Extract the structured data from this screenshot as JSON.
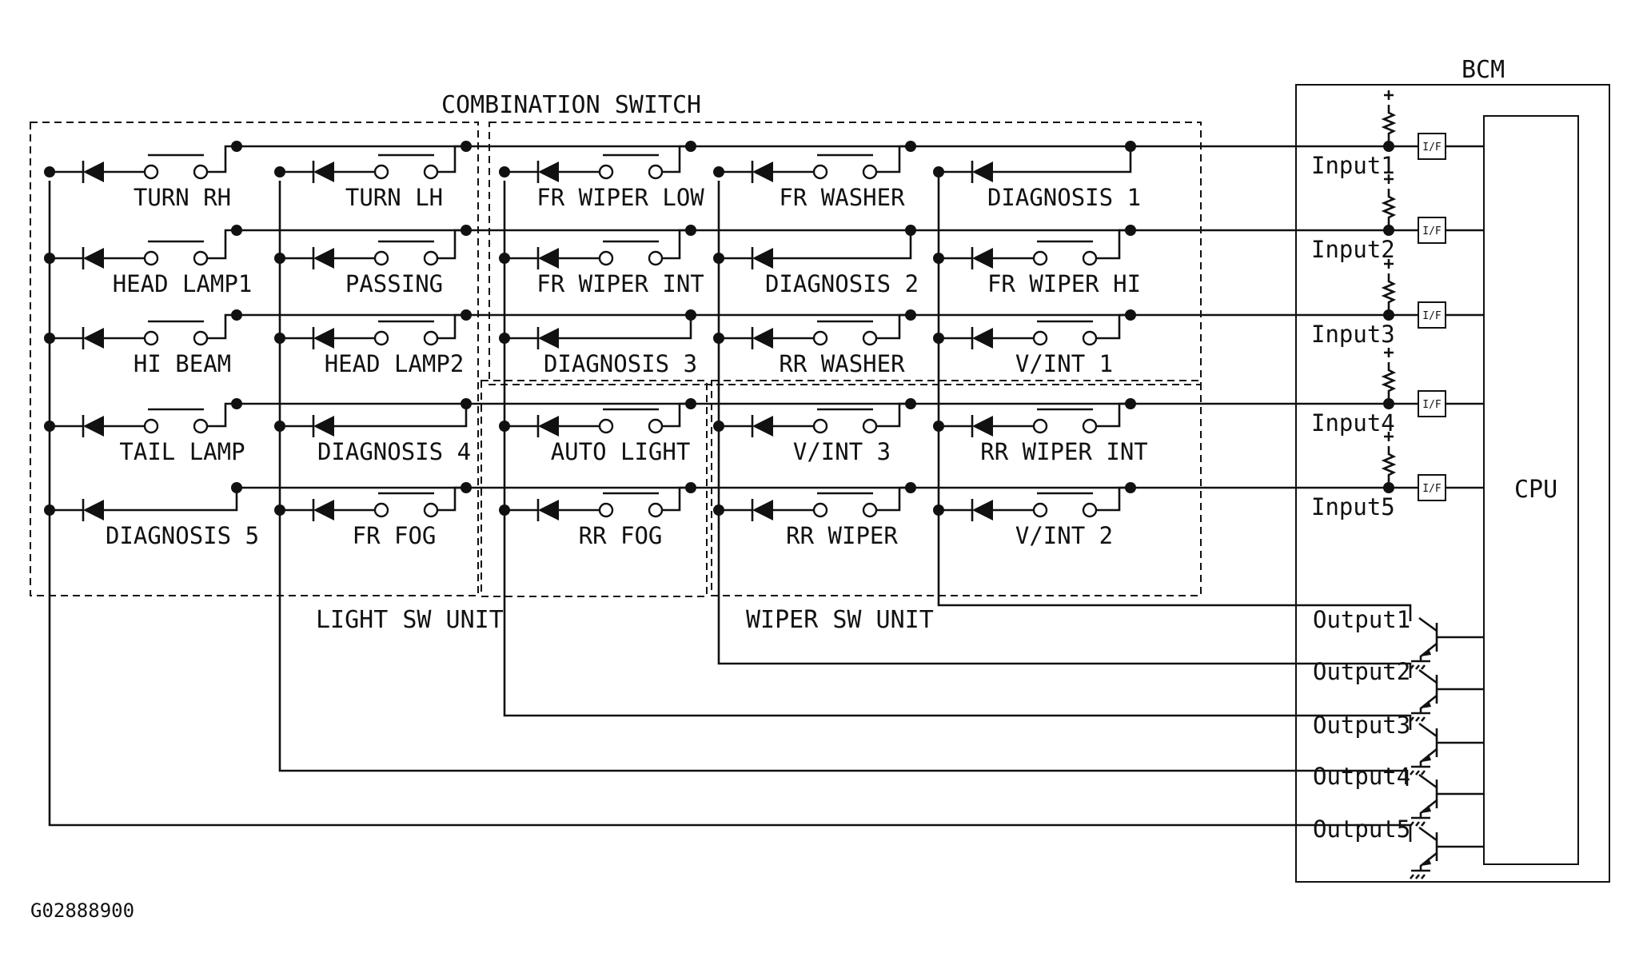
{
  "sections": {
    "combination_switch": "COMBINATION SWITCH",
    "light_sw_unit": "LIGHT SW UNIT",
    "wiper_sw_unit": "WIPER SW UNIT",
    "bcm": "BCM",
    "cpu": "CPU"
  },
  "interface_label": "I/F",
  "figure_id": "G02888900",
  "inputs": [
    "Input1",
    "Input2",
    "Input3",
    "Input4",
    "Input5"
  ],
  "outputs": [
    "Output1",
    "Output2",
    "Output3",
    "Output4",
    "Output5"
  ],
  "switches": [
    {
      "label": "TURN RH",
      "col": 1,
      "row": 1,
      "contacts": true
    },
    {
      "label": "TURN LH",
      "col": 2,
      "row": 1,
      "contacts": true
    },
    {
      "label": "FR WIPER LOW",
      "col": 3,
      "row": 1,
      "contacts": true
    },
    {
      "label": "FR WASHER",
      "col": 4,
      "row": 1,
      "contacts": true
    },
    {
      "label": "DIAGNOSIS 1",
      "col": 5,
      "row": 1,
      "contacts": false
    },
    {
      "label": "HEAD LAMP1",
      "col": 1,
      "row": 2,
      "contacts": true
    },
    {
      "label": "PASSING",
      "col": 2,
      "row": 2,
      "contacts": true
    },
    {
      "label": "FR WIPER INT",
      "col": 3,
      "row": 2,
      "contacts": true
    },
    {
      "label": "DIAGNOSIS 2",
      "col": 4,
      "row": 2,
      "contacts": false
    },
    {
      "label": "FR WIPER HI",
      "col": 5,
      "row": 2,
      "contacts": true
    },
    {
      "label": "HI BEAM",
      "col": 1,
      "row": 3,
      "contacts": true
    },
    {
      "label": "HEAD LAMP2",
      "col": 2,
      "row": 3,
      "contacts": true
    },
    {
      "label": "DIAGNOSIS 3",
      "col": 3,
      "row": 3,
      "contacts": false
    },
    {
      "label": "RR WASHER",
      "col": 4,
      "row": 3,
      "contacts": true
    },
    {
      "label": "V/INT 1",
      "col": 5,
      "row": 3,
      "contacts": true
    },
    {
      "label": "TAIL LAMP",
      "col": 1,
      "row": 4,
      "contacts": true
    },
    {
      "label": "DIAGNOSIS 4",
      "col": 2,
      "row": 4,
      "contacts": false
    },
    {
      "label": "AUTO LIGHT",
      "col": 3,
      "row": 4,
      "contacts": true
    },
    {
      "label": "V/INT 3",
      "col": 4,
      "row": 4,
      "contacts": true
    },
    {
      "label": "RR WIPER INT",
      "col": 5,
      "row": 4,
      "contacts": true
    },
    {
      "label": "DIAGNOSIS 5",
      "col": 1,
      "row": 5,
      "contacts": false
    },
    {
      "label": "FR FOG",
      "col": 2,
      "row": 5,
      "contacts": true
    },
    {
      "label": "RR FOG",
      "col": 3,
      "row": 5,
      "contacts": true
    },
    {
      "label": "RR WIPER",
      "col": 4,
      "row": 5,
      "contacts": true
    },
    {
      "label": "V/INT 2",
      "col": 5,
      "row": 5,
      "contacts": true
    }
  ]
}
